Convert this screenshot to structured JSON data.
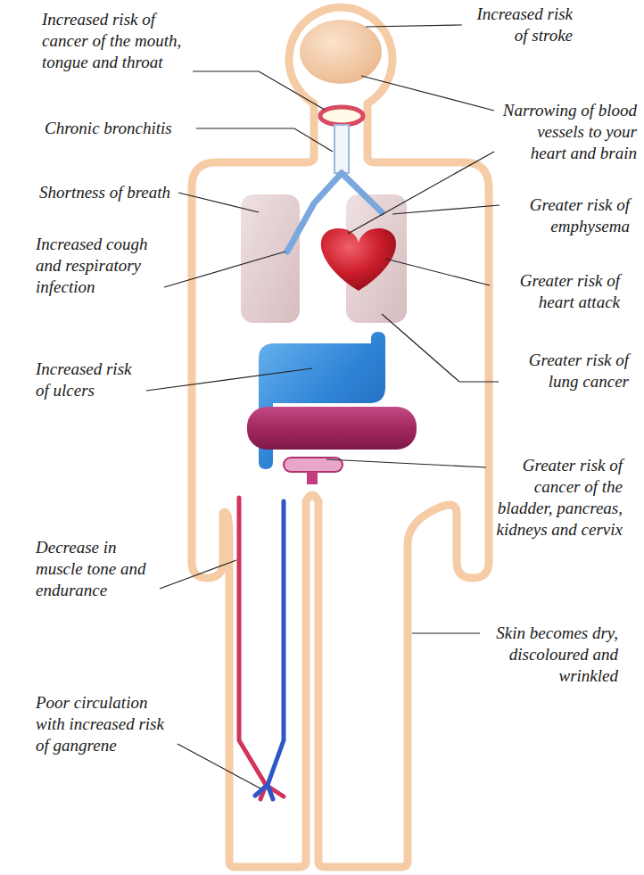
{
  "diagram": {
    "labels": [
      "Increased risk of cancer of the mouth, tongue and throat",
      "Increased risk of stroke",
      "Narrowing of blood vessels to your heart and brain",
      "Chronic bronchitis",
      "Shortness of breath",
      "Greater risk of emphysema",
      "Increased cough and respiratory infection",
      "Greater risk of heart attack",
      "Increased risk of ulcers",
      "Greater risk of lung cancer",
      "Greater risk of cancer of the bladder, pancreas, kidneys and cervix",
      "Decrease in muscle tone and endurance",
      "Skin becomes dry, discoloured and wrinkled",
      "Poor circulation with increased risk of gangrene"
    ]
  }
}
